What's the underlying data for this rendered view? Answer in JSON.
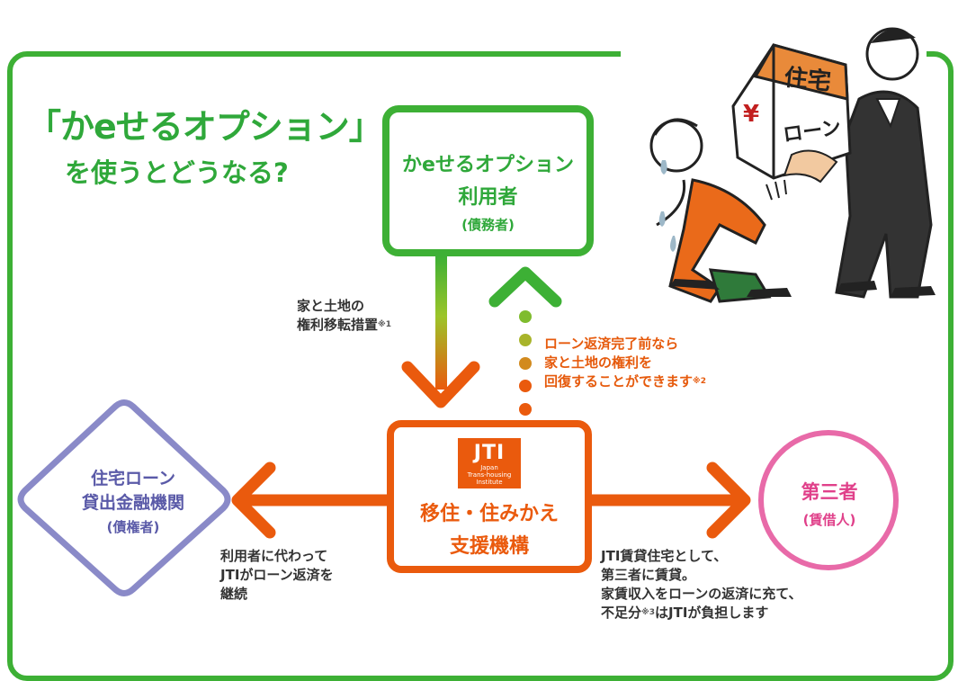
{
  "headline": {
    "line1": "「かeせるオプション」",
    "line2": "を使うとどうなる?"
  },
  "user_box": {
    "line1": "かeせるオプション",
    "line2": "利用者",
    "line3": "(債務者)"
  },
  "jti_box": {
    "logo": "JTI",
    "logo_sub1": "Japan",
    "logo_sub2": "Trans-housing",
    "logo_sub3": "Institute",
    "line1": "移住・住みかえ",
    "line2": "支援機構"
  },
  "lender": {
    "line1": "住宅ローン",
    "line2": "貸出金融機関",
    "line3": "(債権者)"
  },
  "third_party": {
    "line1": "第三者",
    "line2": "(賃借人)"
  },
  "labels": {
    "transfer_line1": "家と土地の",
    "transfer_line2": "権利移転措置",
    "transfer_note": "※1",
    "recover_line1": "ローン返済完了前なら",
    "recover_line2": "家と土地の権利を",
    "recover_line3": "回復することができます",
    "recover_note": "※2",
    "repay_line1": "利用者に代わって",
    "repay_line2": "JTIがローン返済を",
    "repay_line3": "継続",
    "rent_line1": "JTI賃貸住宅として、",
    "rent_line2": "第三者に賃貸。",
    "rent_line3": "家賃収入をローンの返済に充て、",
    "rent_line4a": "不足分",
    "rent_note": "※3",
    "rent_line4b": "はJTIが負担します"
  },
  "illustration": {
    "house_roof": "住宅",
    "house_wall": "ローン",
    "yen_sign": "¥"
  },
  "colors": {
    "green": "#3db035",
    "orange": "#ea5a0d",
    "purple": "#8a8ac8",
    "pink": "#e86aa8"
  }
}
